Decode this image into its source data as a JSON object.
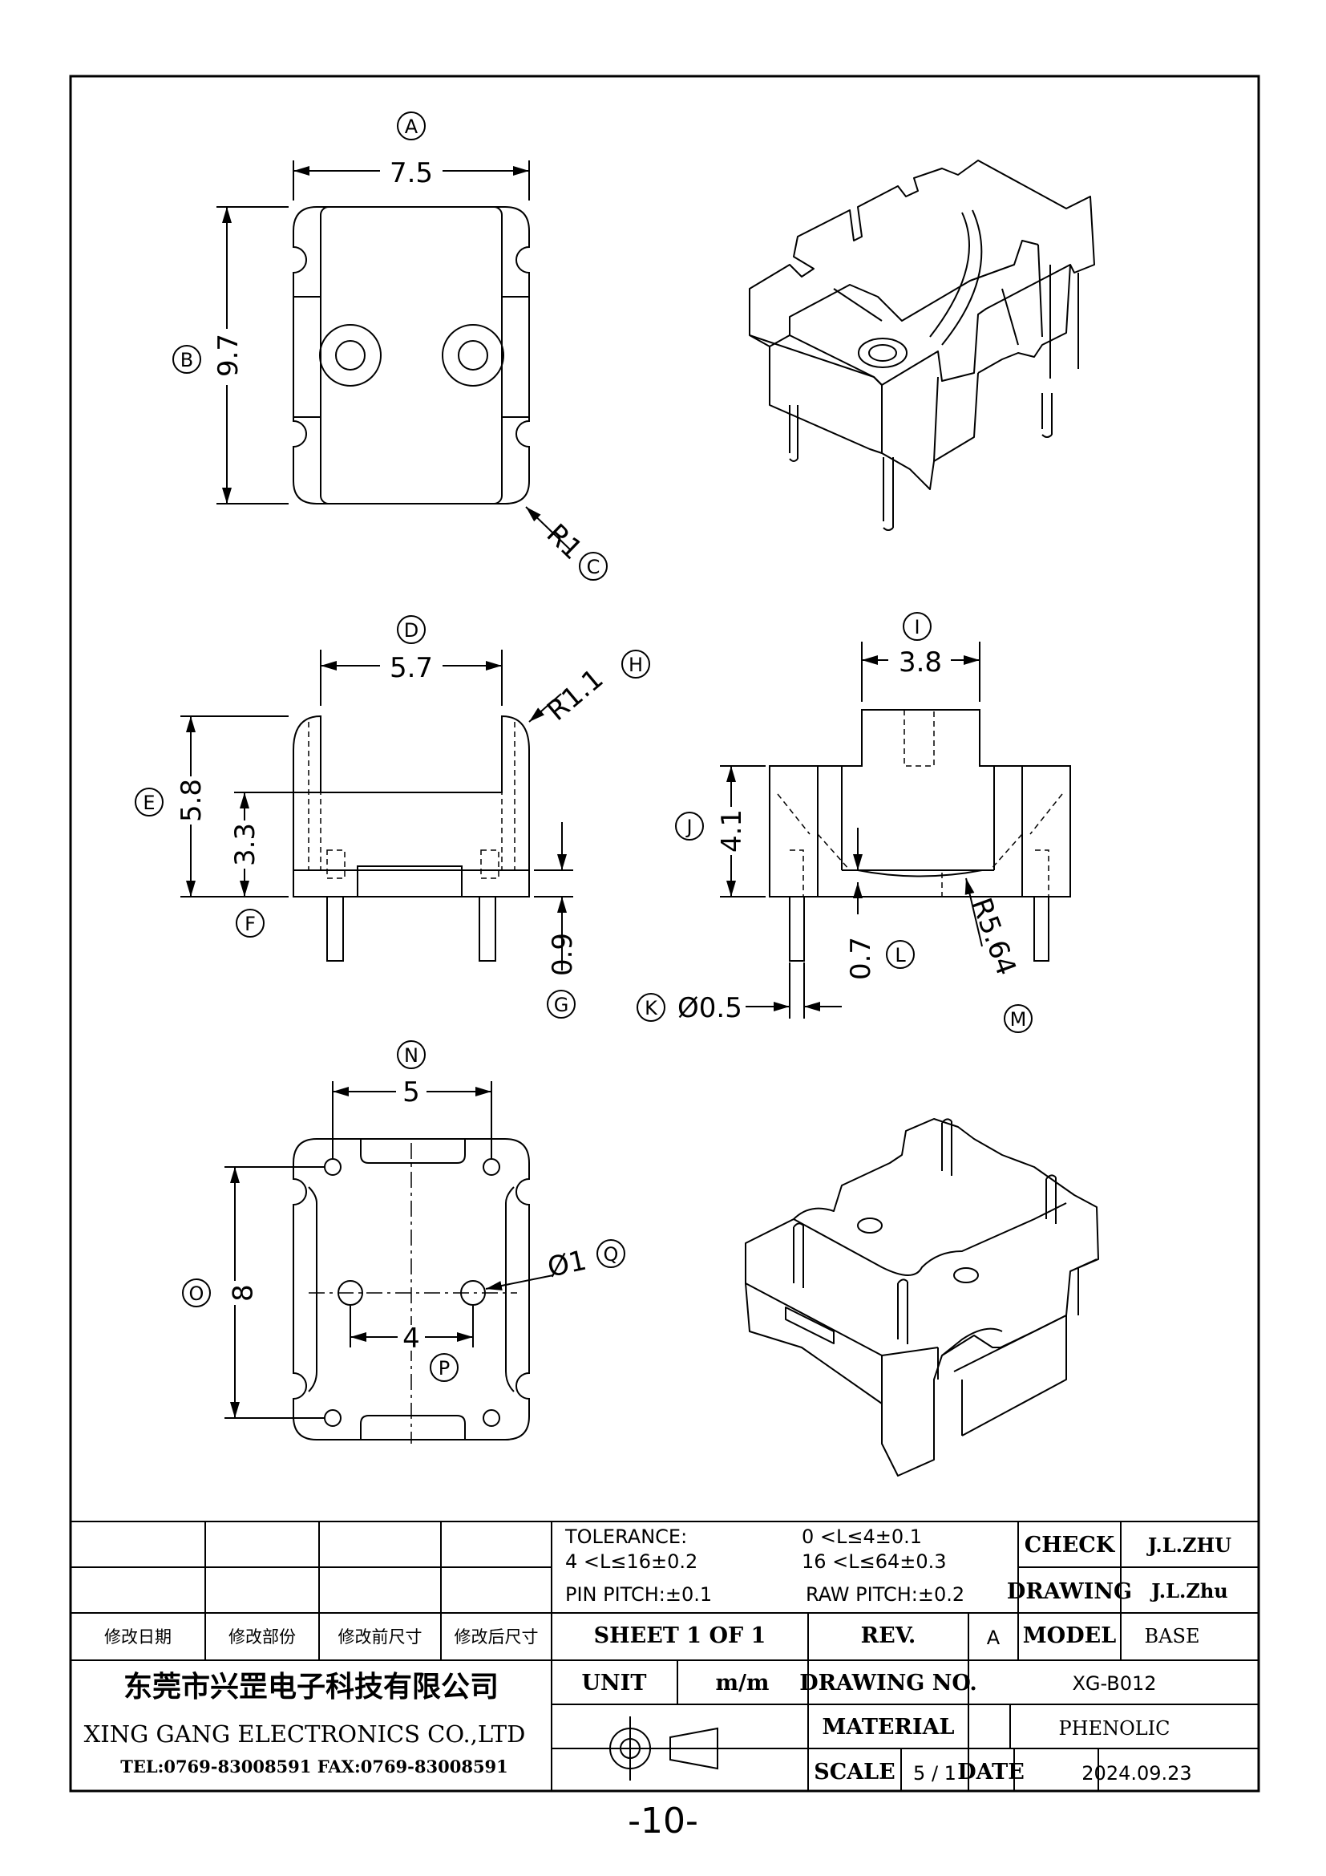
{
  "views": {
    "top": {
      "width": "7.5",
      "height": "9.7",
      "radius": "R1",
      "labels": {
        "width": "A",
        "height": "B",
        "radius": "C"
      }
    },
    "front": {
      "width": "5.7",
      "radius": "R1.1",
      "total_height": "5.8",
      "slot_height": "3.3",
      "pin_length": "0.9",
      "labels": {
        "width": "D",
        "radius": "H",
        "total_height": "E",
        "base": "F",
        "pin_length": "G"
      }
    },
    "side": {
      "width": "3.8",
      "height": "4.1",
      "gap": "0.7",
      "radius": "R5.64",
      "pin_dia": "Ø0.5",
      "labels": {
        "width": "I",
        "height": "J",
        "pin_dia": "K",
        "gap": "L",
        "radius": "M"
      }
    },
    "bottom": {
      "pitch_x": "5",
      "pitch_y": "8",
      "hole_pitch": "4",
      "hole_dia": "Ø1",
      "labels": {
        "pitch_x": "N",
        "pitch_y": "O",
        "hole_pitch": "P",
        "hole_dia": "Q"
      }
    }
  },
  "title_block": {
    "tolerance": {
      "line1_left": "TOLERANCE:",
      "line1_right": "0 <L≤4±0.1",
      "line2_left": "4 <L≤16±0.2",
      "line2_right": "16 <L≤64±0.3",
      "line3_left": "PIN PITCH:±0.1",
      "line3_right": "RAW PITCH:±0.2"
    },
    "revision_headers": [
      "修改日期",
      "修改部份",
      "修改前尺寸",
      "修改后尺寸"
    ],
    "check_label": "CHECK",
    "check_value": "J.L.ZHU",
    "drawing_label": "DRAWING",
    "drawing_value": "J.L.Zhu",
    "sheet": "SHEET 1 OF 1",
    "rev_label": "REV.",
    "rev_value": "A",
    "model_label": "MODEL",
    "model_value": "BASE",
    "company_cn": "东莞市兴罡电子科技有限公司",
    "company_en": "XING GANG ELECTRONICS CO.,LTD",
    "contact": "TEL:0769-83008591 FAX:0769-83008591",
    "unit_label": "UNIT",
    "unit_value": "m/m",
    "drawing_no_label": "DRAWING NO.",
    "drawing_no_value": "XG-B012",
    "material_label": "MATERIAL",
    "material_value": "PHENOLIC",
    "scale_label": "SCALE",
    "scale_value": "5 / 1",
    "date_label": "DATE",
    "date_value": "2024.09.23"
  },
  "page_number": "-10-"
}
